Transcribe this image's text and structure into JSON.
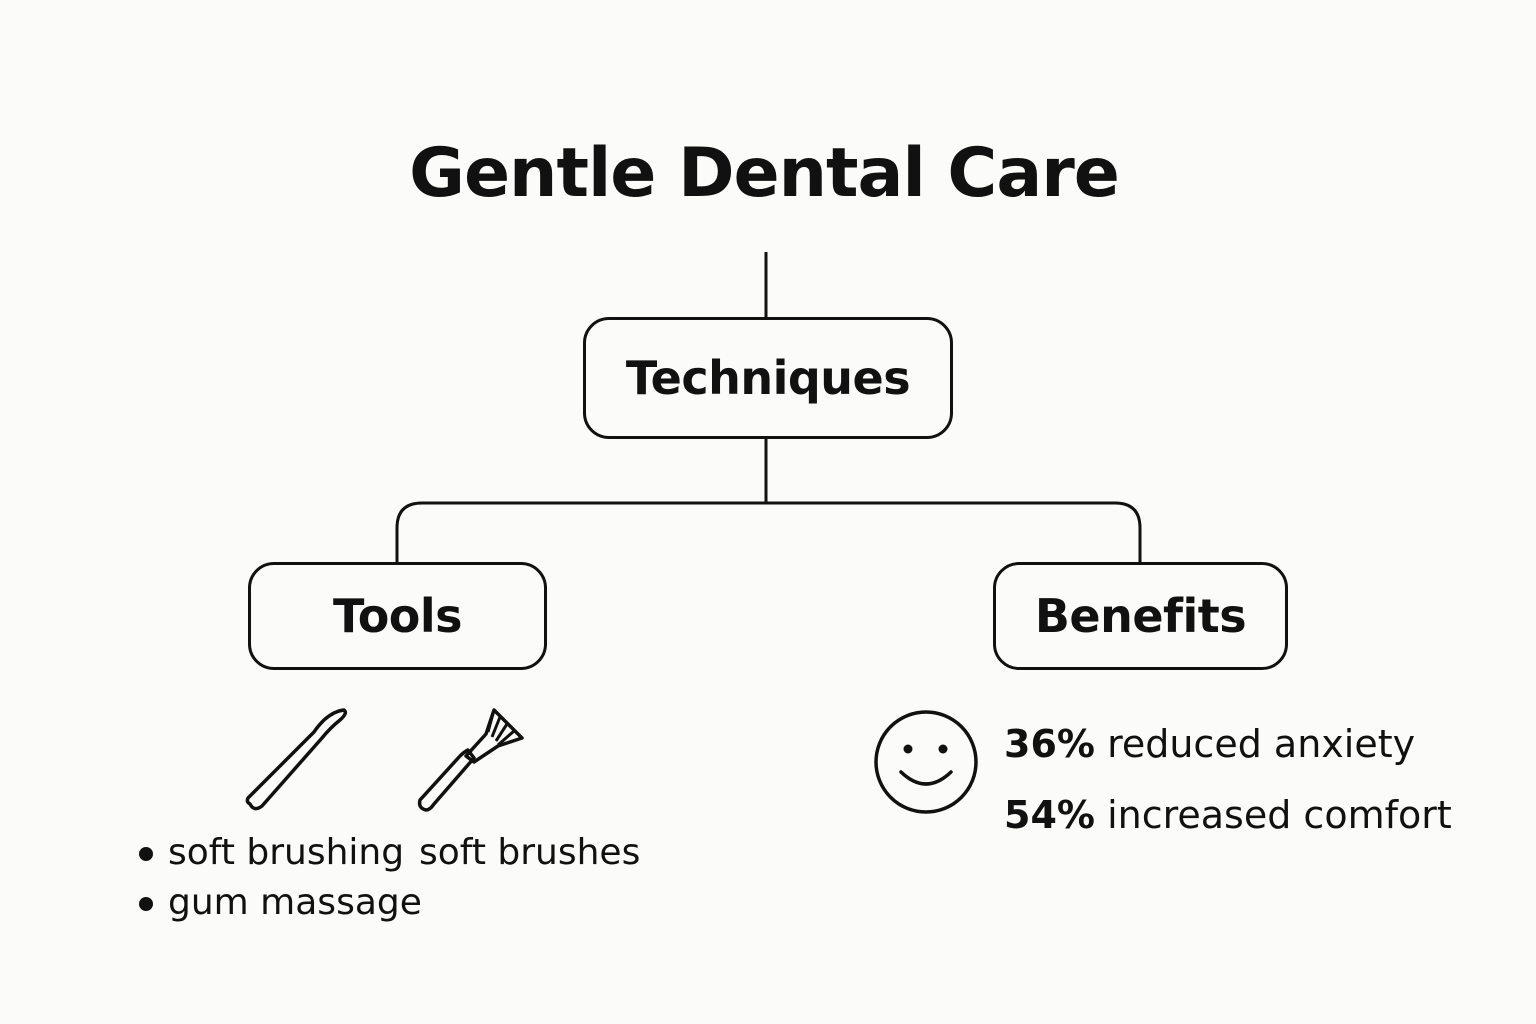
{
  "title": "Gentle Dental Care",
  "nodes": {
    "root": "Techniques",
    "left": "Tools",
    "right": "Benefits"
  },
  "tools": {
    "techniques_list": [
      "soft brushing",
      "gum massage"
    ],
    "tool_label": "soft brushes",
    "icons": [
      "dental-probe-icon",
      "toothbrush-icon"
    ]
  },
  "benefits": {
    "icon": "smiley-face-icon",
    "stats": [
      {
        "value": "36%",
        "label": "reduced anxiety"
      },
      {
        "value": "54%",
        "label": "increased comfort"
      }
    ]
  },
  "colors": {
    "background": "#fbfbf9",
    "ink": "#111111"
  }
}
